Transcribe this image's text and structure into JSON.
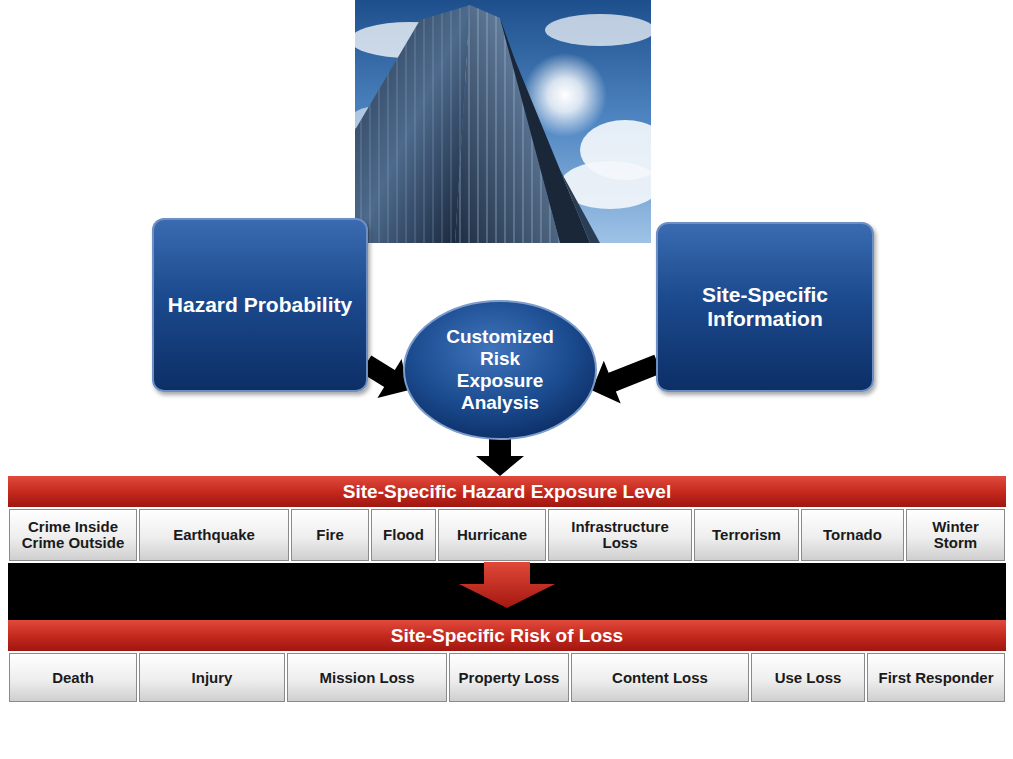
{
  "diagram": {
    "nodes": [
      {
        "text": [
          "Hazard Probability"
        ]
      },
      {
        "text": [
          "Site-Specific Information"
        ]
      },
      {
        "text": [
          "Customized Risk Exposure Analysis"
        ]
      },
      {
        "text": [
          "Site-Specific Hazard Exposure Level"
        ]
      },
      {
        "text": [
          "Crime Inside",
          "Crime Outside"
        ],
        "in": 3
      },
      {
        "text": [
          "Earthquake"
        ],
        "in": 3
      },
      {
        "text": [
          "Fire"
        ],
        "in": 3
      },
      {
        "text": [
          "Flood"
        ],
        "in": 3
      },
      {
        "text": [
          "Hurricane"
        ],
        "in": 3
      },
      {
        "text": [
          "Infrastructure Loss"
        ],
        "in": 3
      },
      {
        "text": [
          "Terrorism"
        ],
        "in": 3
      },
      {
        "text": [
          "Tornado"
        ],
        "in": 3
      },
      {
        "text": [
          "Winter Storm"
        ],
        "in": 3
      },
      {
        "text": [
          "Site-Specific Risk of Loss"
        ]
      },
      {
        "text": [
          "Death"
        ],
        "in": 13
      },
      {
        "text": [
          "Injury"
        ],
        "in": 13
      },
      {
        "text": [
          "Mission Loss"
        ],
        "in": 13
      },
      {
        "text": [
          "Property Loss"
        ],
        "in": 13
      },
      {
        "text": [
          "Content Loss"
        ],
        "in": 13
      },
      {
        "text": [
          "Use Loss"
        ],
        "in": 13
      },
      {
        "text": [
          "First Responder"
        ],
        "in": 13
      }
    ],
    "edges": [
      {
        "from": 0,
        "to": 2,
        "arrow": "to"
      },
      {
        "from": 1,
        "to": 2,
        "arrow": "to"
      },
      {
        "from": 2,
        "to": 3,
        "arrow": "to"
      },
      {
        "from": 3,
        "to": 13,
        "arrow": "to"
      }
    ]
  }
}
